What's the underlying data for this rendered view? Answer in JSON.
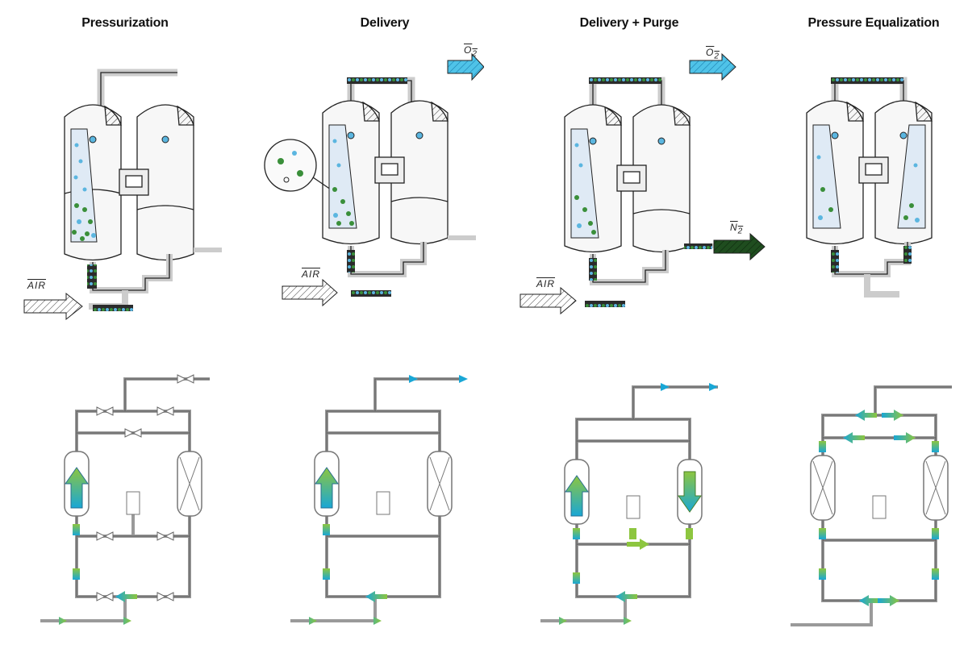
{
  "stages": [
    {
      "id": "pressurization",
      "title": "Pressurization"
    },
    {
      "id": "delivery",
      "title": "Delivery"
    },
    {
      "id": "delivery-purge",
      "title": "Delivery + Purge"
    },
    {
      "id": "equalization",
      "title": "Pressure Equalization"
    }
  ],
  "labels": {
    "air": "AIR",
    "o2_base": "O",
    "o2_sub": "2",
    "n2_base": "N",
    "n2_sub": "2"
  },
  "colors": {
    "air_arrow": "#bfbfbf",
    "oxygen_arrow": "#4fc3e8",
    "nitrogen_arrow": "#1f4d1f",
    "flow_cyan": "#19a7d6",
    "flow_green": "#8dc63f",
    "pipe": "#9a9a9a",
    "molecule_blue": "#5bb6e0",
    "molecule_green": "#3a8f3a"
  },
  "icons": [
    "pressure-vessel-icon",
    "valve-icon",
    "flow-arrow-icon",
    "molecular-sieve-icon",
    "magnifier-icon"
  ]
}
